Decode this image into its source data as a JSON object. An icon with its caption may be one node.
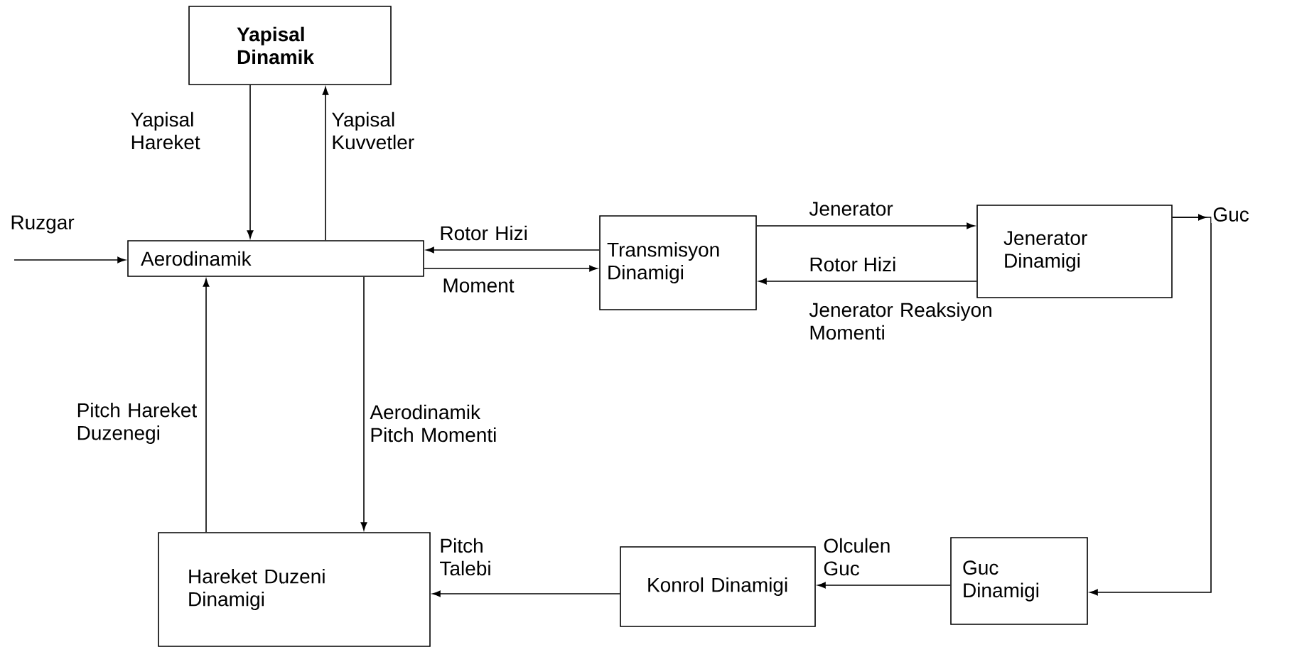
{
  "diagram": {
    "nodes": [
      {
        "text": [
          "Yapisal Dinamik"
        ]
      },
      {
        "text": [
          "Aerodinamik"
        ]
      },
      {
        "text": [
          "Transmisyon Dinamigi"
        ]
      },
      {
        "text": [
          "Jenerator Dinamigi"
        ]
      },
      {
        "text": [
          "Hareket Duzeni Dinamigi"
        ]
      },
      {
        "text": [
          "Konrol Dinamigi"
        ]
      },
      {
        "text": [
          "Guc Dinamigi"
        ]
      }
    ],
    "edges": [
      {
        "from": 0,
        "to": 1,
        "arrow": "to",
        "label": "Yapisal Hareket"
      },
      {
        "from": 1,
        "to": 0,
        "arrow": "to",
        "label": "Yapisal Kuvvetler"
      },
      {
        "from": null,
        "to": 1,
        "arrow": "to",
        "label": "Ruzgar"
      },
      {
        "from": 2,
        "to": 1,
        "arrow": "to",
        "label": "Rotor Hizi"
      },
      {
        "from": 1,
        "to": 2,
        "arrow": "to",
        "label": "Moment"
      },
      {
        "from": 2,
        "to": 3,
        "arrow": "to",
        "label": "Jenerator"
      },
      {
        "from": 3,
        "to": 2,
        "arrow": "to",
        "label": "Jenerator Reaksiyon Momenti"
      },
      {
        "from": 3,
        "to": null,
        "arrow": "to",
        "label": "Guc"
      },
      {
        "from": 3,
        "to": 6,
        "arrow": "to"
      },
      {
        "from": 6,
        "to": 5,
        "arrow": "to",
        "label": "Olculen Guc"
      },
      {
        "from": 5,
        "to": 4,
        "arrow": "to",
        "label": "Pitch Talebi"
      },
      {
        "from": 4,
        "to": 1,
        "arrow": "to",
        "label": "Pitch Hareket Duzenegi"
      },
      {
        "from": 1,
        "to": 4,
        "arrow": "to",
        "label": "Aerodinamik Pitch Momenti"
      }
    ],
    "labels": [
      "Rotor Hizi"
    ]
  }
}
